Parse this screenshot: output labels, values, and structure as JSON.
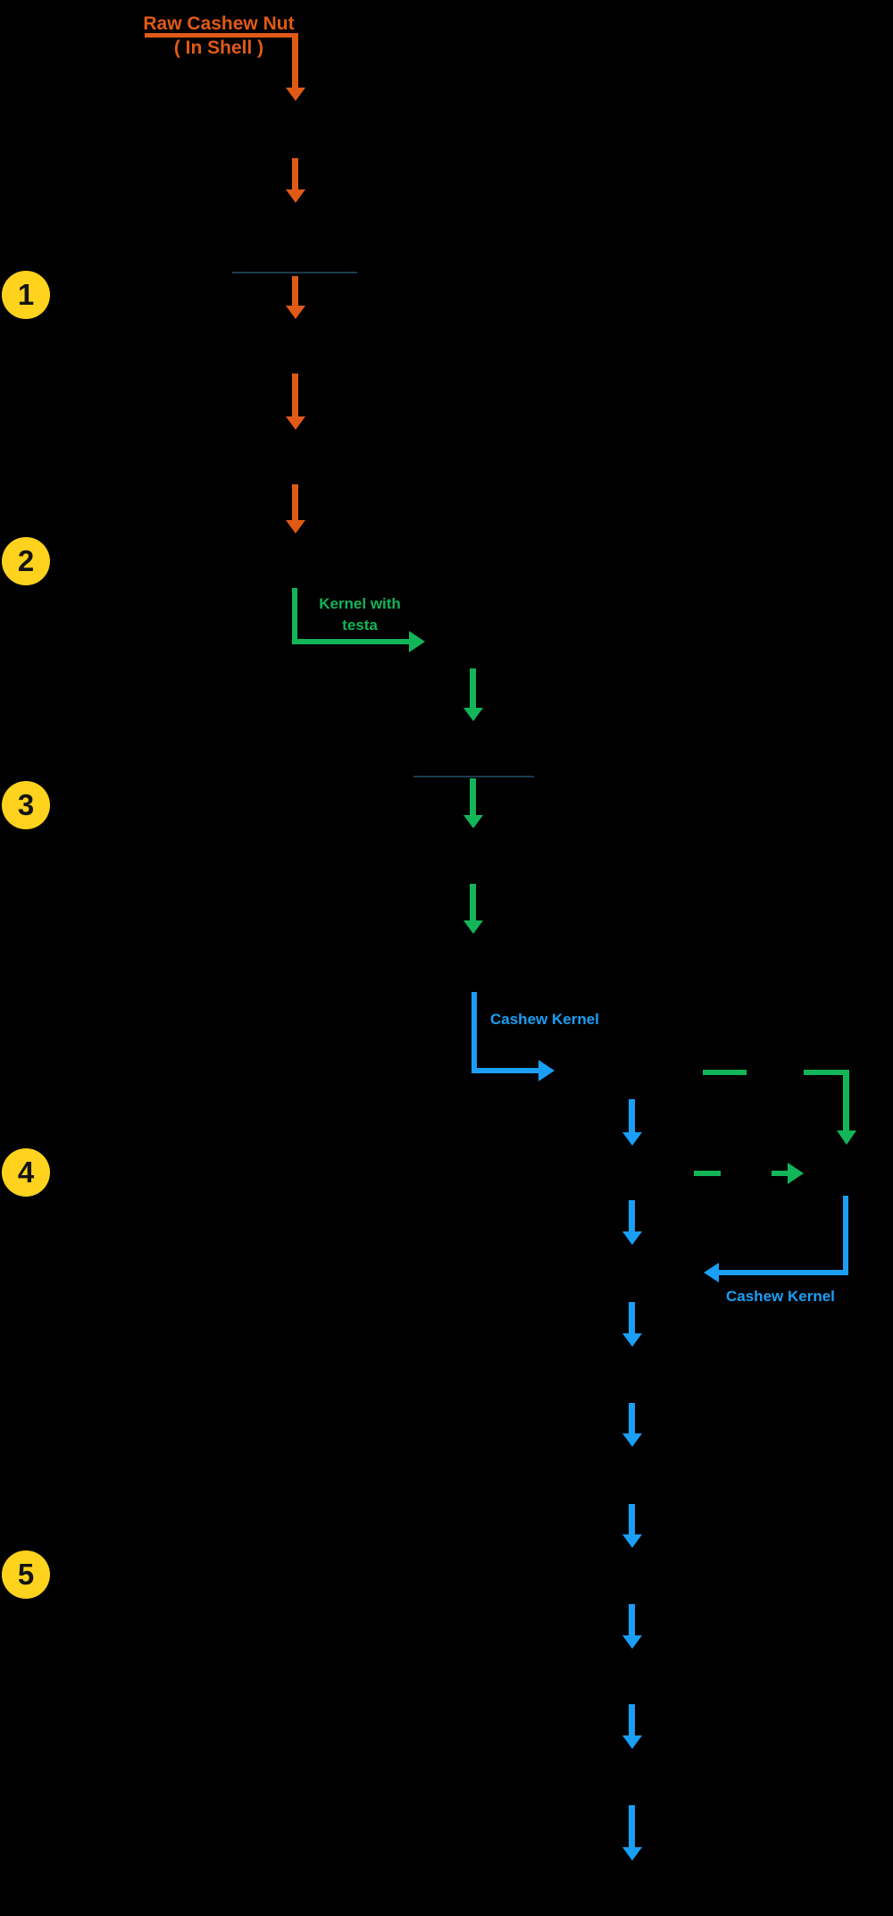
{
  "colors": {
    "background": "#000000",
    "orange": "#E05A17",
    "green": "#12B558",
    "blue": "#1B9FF5",
    "badge": "#FFD21E",
    "badge_text": "#141414",
    "faint_line": "#1C3B4E"
  },
  "title": {
    "line1": "Raw Cashew Nut",
    "line2": "( In Shell )"
  },
  "steps": [
    {
      "number": "1"
    },
    {
      "number": "2"
    },
    {
      "number": "3"
    },
    {
      "number": "4"
    },
    {
      "number": "5"
    }
  ],
  "labels": {
    "kernel_with_testa_line1": "Kernel with",
    "kernel_with_testa_line2": "testa",
    "cashew_kernel_right": "Cashew Kernel",
    "cashew_kernel_return": "Cashew Kernel"
  }
}
